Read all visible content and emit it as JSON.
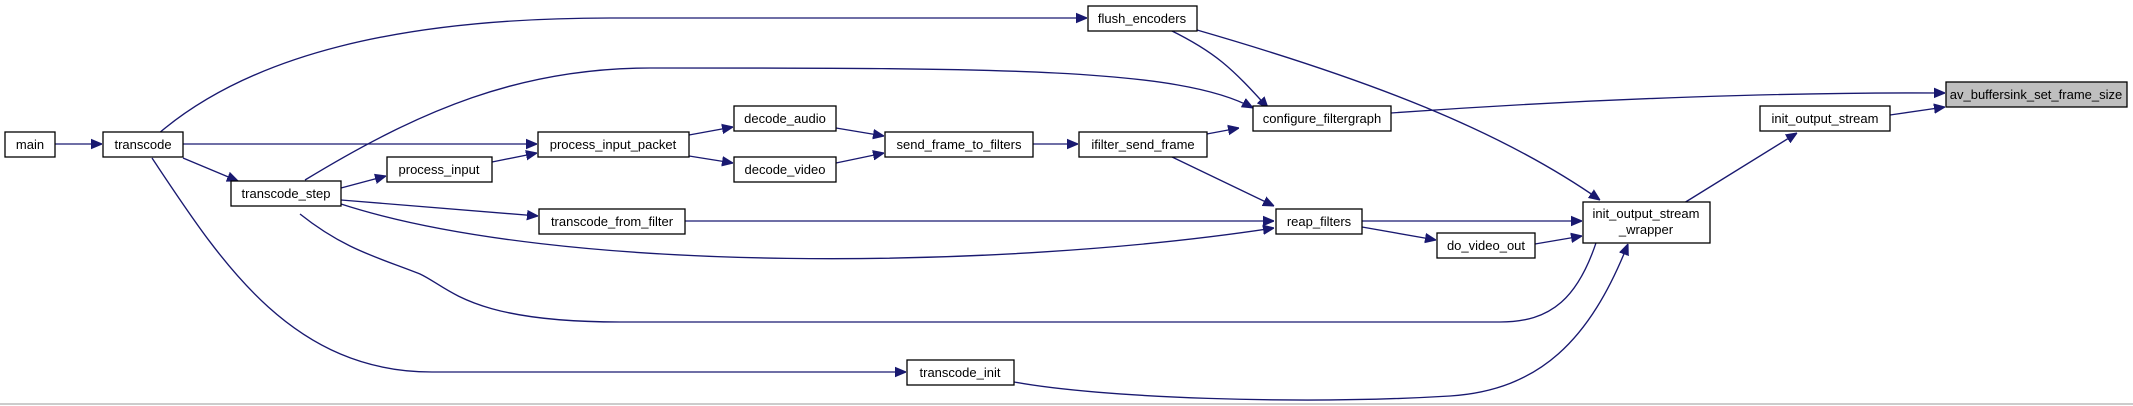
{
  "graph": {
    "nodes": {
      "main": "main",
      "transcode": "transcode",
      "transcode_step": "transcode_step",
      "process_input": "process_input",
      "process_input_packet": "process_input_packet",
      "decode_audio": "decode_audio",
      "decode_video": "decode_video",
      "send_frame_to_filters": "send_frame_to_filters",
      "ifilter_send_frame": "ifilter_send_frame",
      "flush_encoders": "flush_encoders",
      "configure_filtergraph": "configure_filtergraph",
      "transcode_from_filter": "transcode_from_filter",
      "reap_filters": "reap_filters",
      "do_video_out": "do_video_out",
      "transcode_init": "transcode_init",
      "init_output_stream_wrapper_line1": "init_output_stream",
      "init_output_stream_wrapper_line2": "_wrapper",
      "init_output_stream": "init_output_stream",
      "av_buffersink_set_frame_size": "av_buffersink_set_frame_size"
    },
    "colors": {
      "edge": "#191970",
      "root_fill": "#bfbfbf",
      "node_fill": "#ffffff",
      "node_border": "#000000"
    }
  }
}
